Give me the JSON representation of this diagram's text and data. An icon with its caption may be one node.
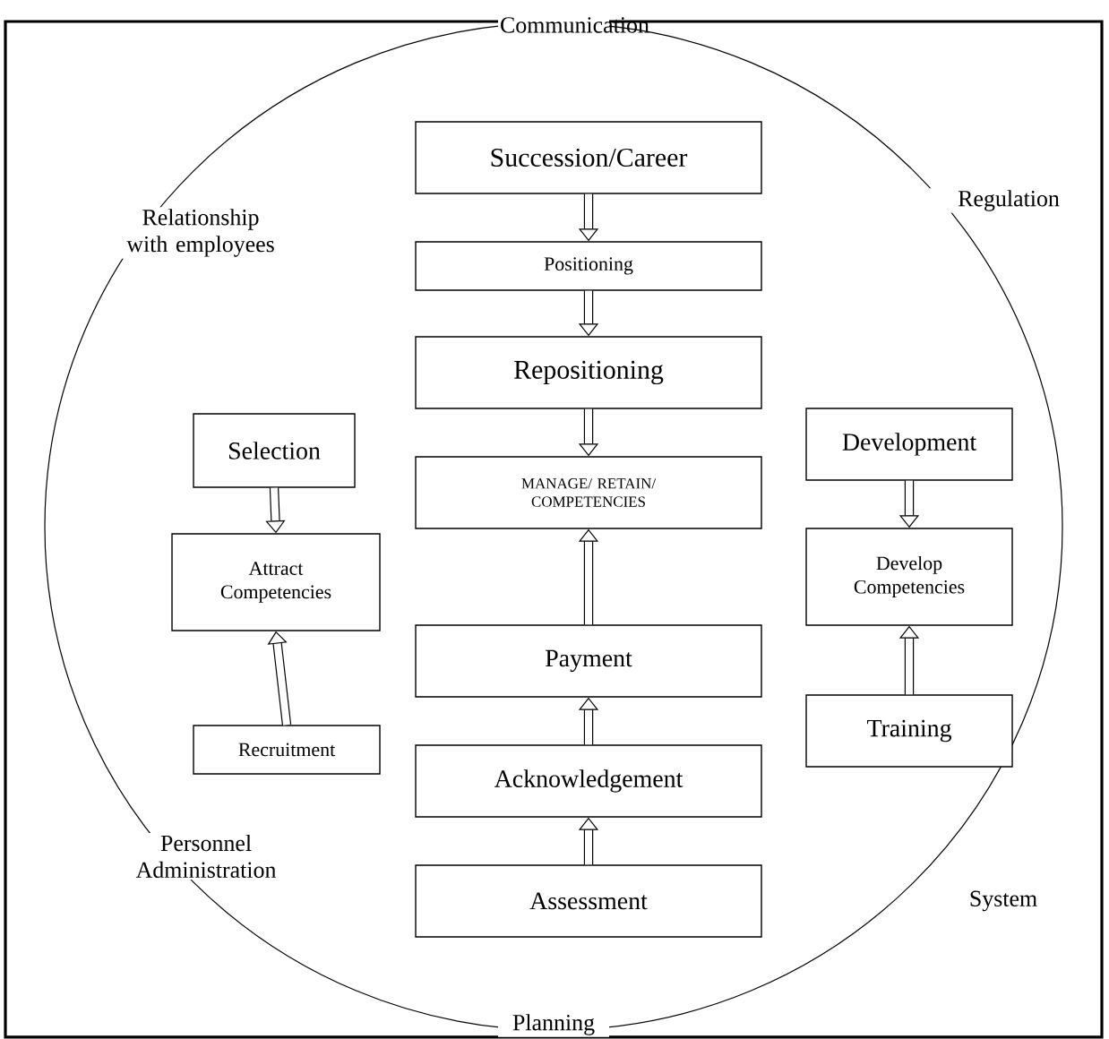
{
  "diagram": {
    "nodes": [
      {
        "text": [
          "Succession/Career"
        ]
      },
      {
        "text": [
          "Positioning"
        ]
      },
      {
        "text": [
          "Repositioning"
        ]
      },
      {
        "text": [
          "MANAGE/ RETAIN/ COMPETENCIES"
        ]
      },
      {
        "text": [
          "Payment"
        ]
      },
      {
        "text": [
          "Acknowledgement"
        ]
      },
      {
        "text": [
          "Assessment"
        ]
      },
      {
        "text": [
          "Selection"
        ]
      },
      {
        "text": [
          "Attract Competencies"
        ]
      },
      {
        "text": [
          "Recruitment"
        ]
      },
      {
        "text": [
          "Development"
        ]
      },
      {
        "text": [
          "Develop Competencies"
        ]
      },
      {
        "text": [
          "Training"
        ]
      }
    ],
    "edges": [
      {
        "from": 0,
        "to": 1,
        "arrow": "to"
      },
      {
        "from": 1,
        "to": 2,
        "arrow": "to"
      },
      {
        "from": 2,
        "to": 3,
        "arrow": "to"
      },
      {
        "from": 4,
        "to": 3,
        "arrow": "to"
      },
      {
        "from": 5,
        "to": 4,
        "arrow": "to"
      },
      {
        "from": 6,
        "to": 5,
        "arrow": "to"
      },
      {
        "from": 7,
        "to": 8,
        "arrow": "to"
      },
      {
        "from": 9,
        "to": 8,
        "arrow": "to"
      },
      {
        "from": 10,
        "to": 11,
        "arrow": "to"
      },
      {
        "from": 12,
        "to": 11,
        "arrow": "to"
      }
    ],
    "labels": [
      "Communication",
      "Relationship with employees",
      "Regulation",
      "Personnel Administration",
      "System",
      "Planning"
    ]
  }
}
